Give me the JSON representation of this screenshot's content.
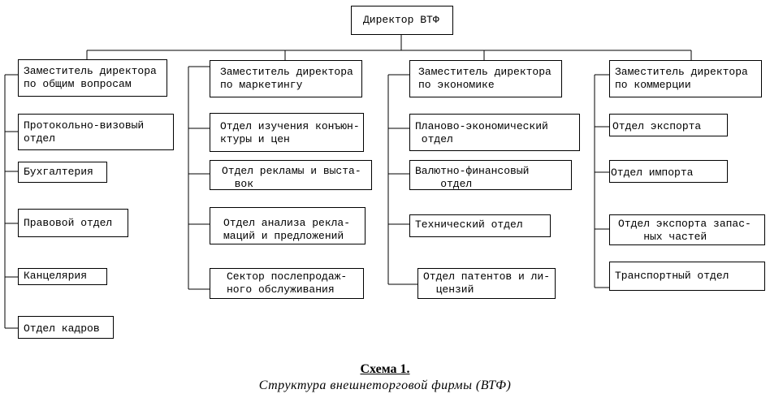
{
  "director": "Директор ВТФ",
  "deputies": [
    "Заместитель директора\nпо общим вопросам",
    "Заместитель директора\nпо маркетингу",
    "Заместитель директора\nпо экономике",
    "Заместитель директора\nпо коммерции"
  ],
  "col1": [
    "Протокольно-визовый\nотдел",
    "Бухгалтерия",
    "Правовой отдел",
    "Канцелярия",
    "Отдел кадров"
  ],
  "col2": [
    "Отдел изучения конъюн-\nктуры и цен",
    "Отдел рекламы и выста-\n  вок",
    "Отдел анализа рекла-\nмаций и предложений",
    "Сектор послепродаж-\nного обслуживания"
  ],
  "col3": [
    "Планово-экономический\n отдел",
    "Валютно-финансовый\n    отдел",
    "Технический отдел",
    "Отдел патентов и ли-\n  цензий"
  ],
  "col4": [
    "Отдел экспорта",
    "Отдел импорта",
    "Отдел экспорта запас-\n    ных частей",
    "Транспортный отдел"
  ],
  "caption": {
    "title": "Схема 1.",
    "subtitle": "Структура внешнеторговой фирмы (ВТФ)"
  }
}
